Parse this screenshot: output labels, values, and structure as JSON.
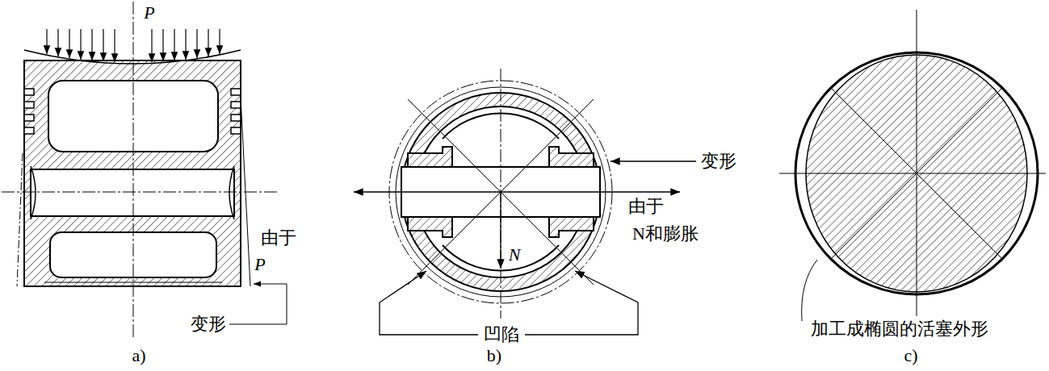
{
  "diagram": {
    "labels": [
      "P",
      "由于",
      "P",
      "变形",
      "a)",
      "变形",
      "由于",
      "N和膨胀",
      "N",
      "凹陷",
      "b)",
      "加工成椭圆的活塞外形",
      "c)"
    ]
  }
}
